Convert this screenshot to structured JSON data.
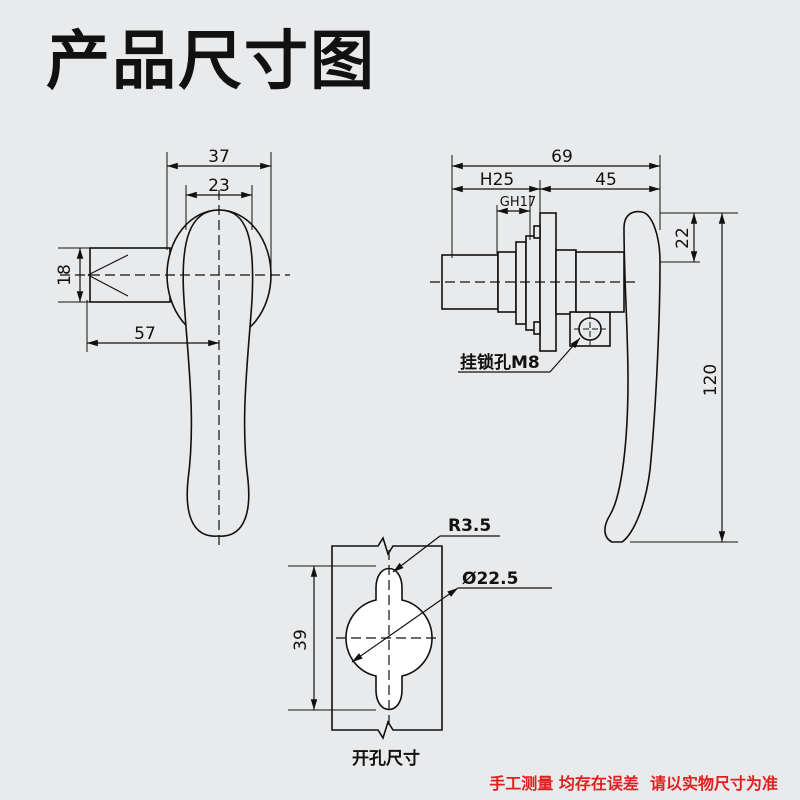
{
  "title": "产品尺寸图",
  "front_view": {
    "width_outer": "37",
    "width_inner": "23",
    "height_left": "18",
    "length_offset": "57"
  },
  "side_view": {
    "total_length": "69",
    "depth_h": "H25",
    "body_length": "45",
    "gh": "GH17",
    "tip_offset": "22",
    "height": "120",
    "padlock_hole": "挂锁孔M8"
  },
  "cutout": {
    "radius": "R3.5",
    "diameter": "Ø22.5",
    "height": "39",
    "caption": "开孔尺寸"
  },
  "disclaimer": "手工测量 均存在误差  请以实物尺寸为准"
}
